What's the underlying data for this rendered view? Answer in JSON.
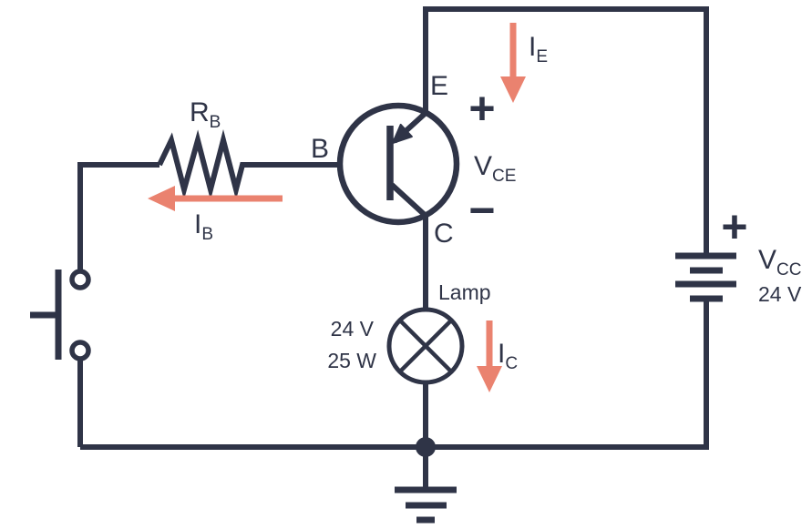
{
  "colors": {
    "ink": "#2F3447",
    "current_arrow": "#EA826F",
    "background": "#FFFFFF"
  },
  "labels": {
    "resistor": {
      "main": "R",
      "sub": "B"
    },
    "base": "B",
    "emitter": "E",
    "collector": "C",
    "vce": {
      "plus": "+",
      "main": "V",
      "sub": "CE",
      "minus": "−"
    },
    "current_e": {
      "main": "I",
      "sub": "E"
    },
    "current_b": {
      "main": "I",
      "sub": "B"
    },
    "current_c": {
      "main": "I",
      "sub": "C"
    },
    "lamp": {
      "name": "Lamp",
      "voltage": "24 V",
      "power": "25 W"
    },
    "battery": {
      "plus": "+",
      "main": "V",
      "sub": "CC",
      "value": "24 V"
    }
  }
}
